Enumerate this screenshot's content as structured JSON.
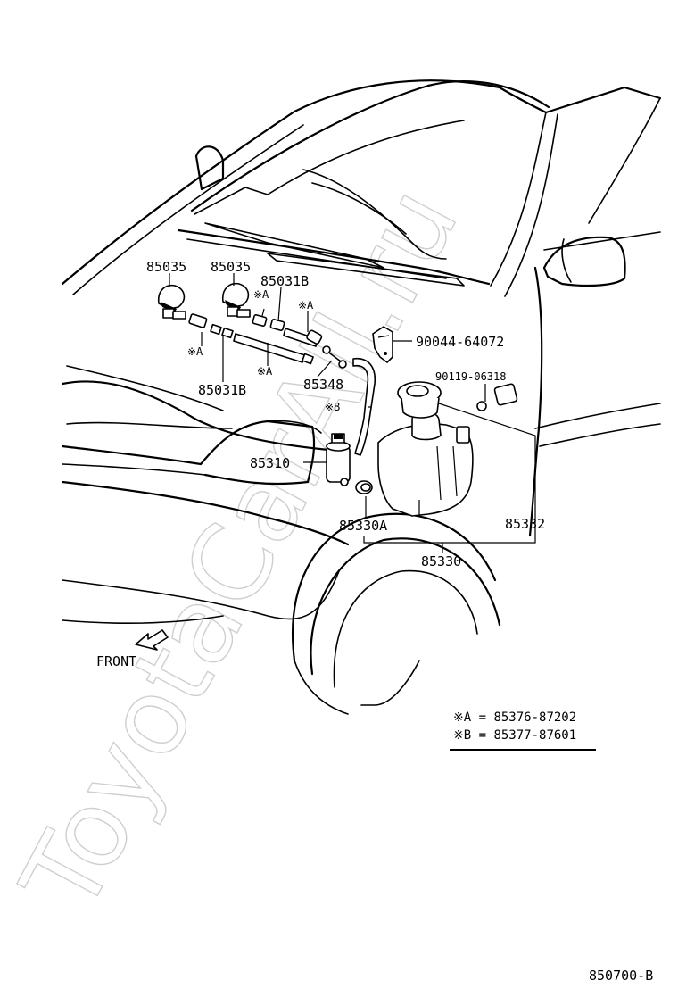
{
  "watermark": "ToyotaCarAll.ru",
  "parts": {
    "nozzle_left": "85035",
    "nozzle_right": "85035",
    "hose_upper": "85031B",
    "hose_lower": "85031B",
    "clip_a1": "※A",
    "clip_a2": "※A",
    "clip_a3": "※A",
    "clip_a4": "※A",
    "clip_b": "※B",
    "clamp": "90044-64072",
    "grommet": "90119-06318",
    "joint": "85348",
    "pump": "85310",
    "pump_grommet": "85330A",
    "tank_assy": "85330",
    "tank_cap": "85332"
  },
  "front_label": "FRONT",
  "legend": {
    "a": "※A = 85376-87202",
    "b": "※B = 85377-87601"
  },
  "diagram_code": "850700-B"
}
